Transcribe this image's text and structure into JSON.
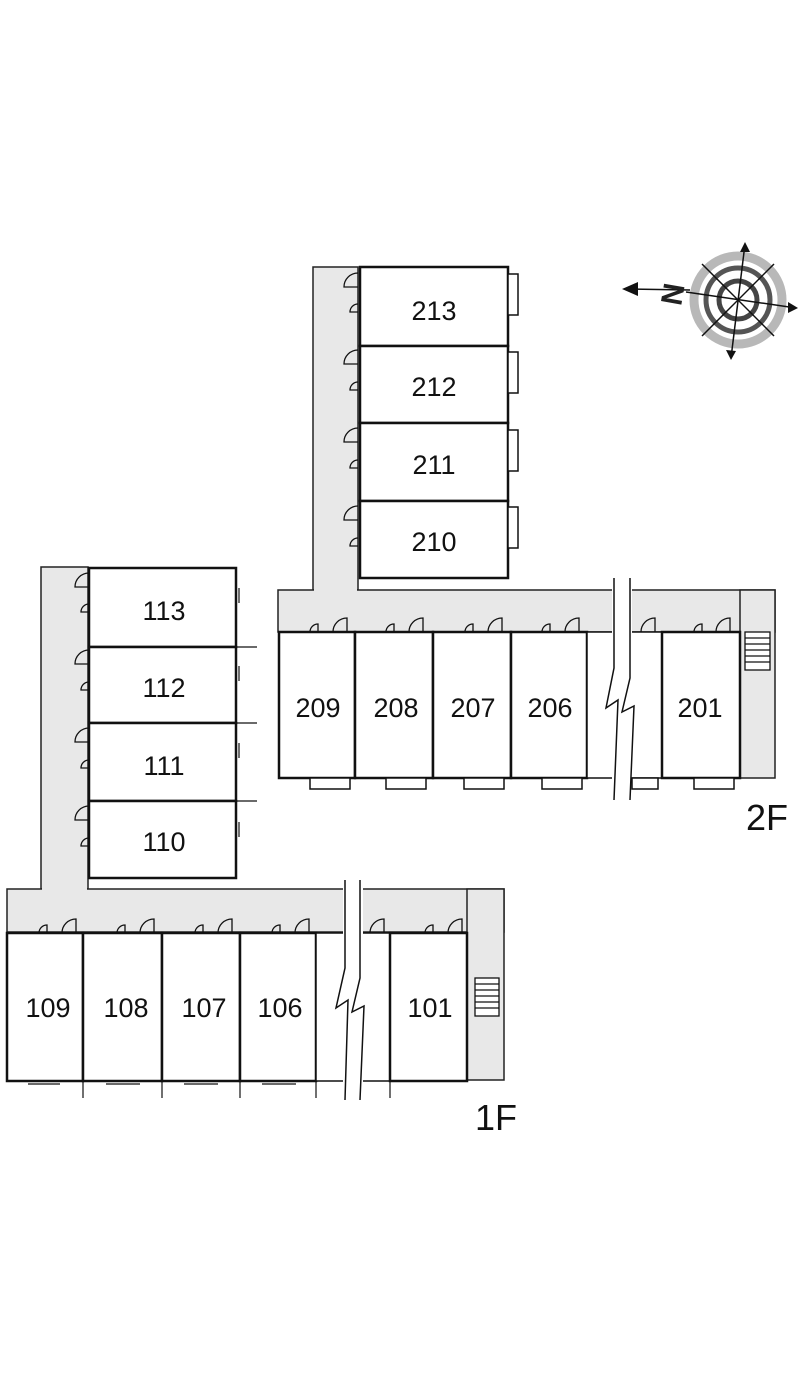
{
  "floor_labels": {
    "first": "1F",
    "second": "2F"
  },
  "compass": {
    "north_label": "N",
    "icon": "compass-rose-icon"
  },
  "colors": {
    "corridor": "#e8e8e8",
    "wall": "#111111",
    "background": "#ffffff"
  },
  "rooms_2f_wing": [
    "213",
    "212",
    "211",
    "210"
  ],
  "rooms_2f_row": [
    "209",
    "208",
    "207",
    "206",
    "201"
  ],
  "rooms_1f_wing": [
    "113",
    "112",
    "111",
    "110"
  ],
  "rooms_1f_row": [
    "109",
    "108",
    "107",
    "106",
    "101"
  ]
}
